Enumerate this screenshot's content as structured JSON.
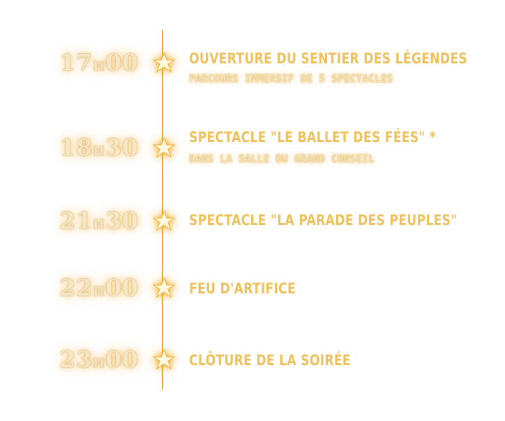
{
  "schedule": [
    {
      "hour": "17",
      "sep": "H",
      "min": "00",
      "title": "OUVERTURE DU SENTIER DES LÉGENDES",
      "subtitle": "PARCOURS IMMERSIF DE 5 SPECTACLES"
    },
    {
      "hour": "18",
      "sep": "H",
      "min": "30",
      "title": "SPECTACLE \"LE BALLET DES FÉES\" *",
      "subtitle": "DANS LA SALLE DU GRAND CONSEIL"
    },
    {
      "hour": "21",
      "sep": "H",
      "min": "30",
      "title": "SPECTACLE \"LA PARADE DES PEUPLES\""
    },
    {
      "hour": "22",
      "sep": "H",
      "min": "00",
      "title": "FEU D'ARTIFICE"
    },
    {
      "hour": "23",
      "sep": "H",
      "min": "00",
      "title": "CLÔTURE DE LA SOIRÉE"
    }
  ],
  "colors": {
    "accent": "#ecc15e",
    "line": "#e8a62a"
  }
}
